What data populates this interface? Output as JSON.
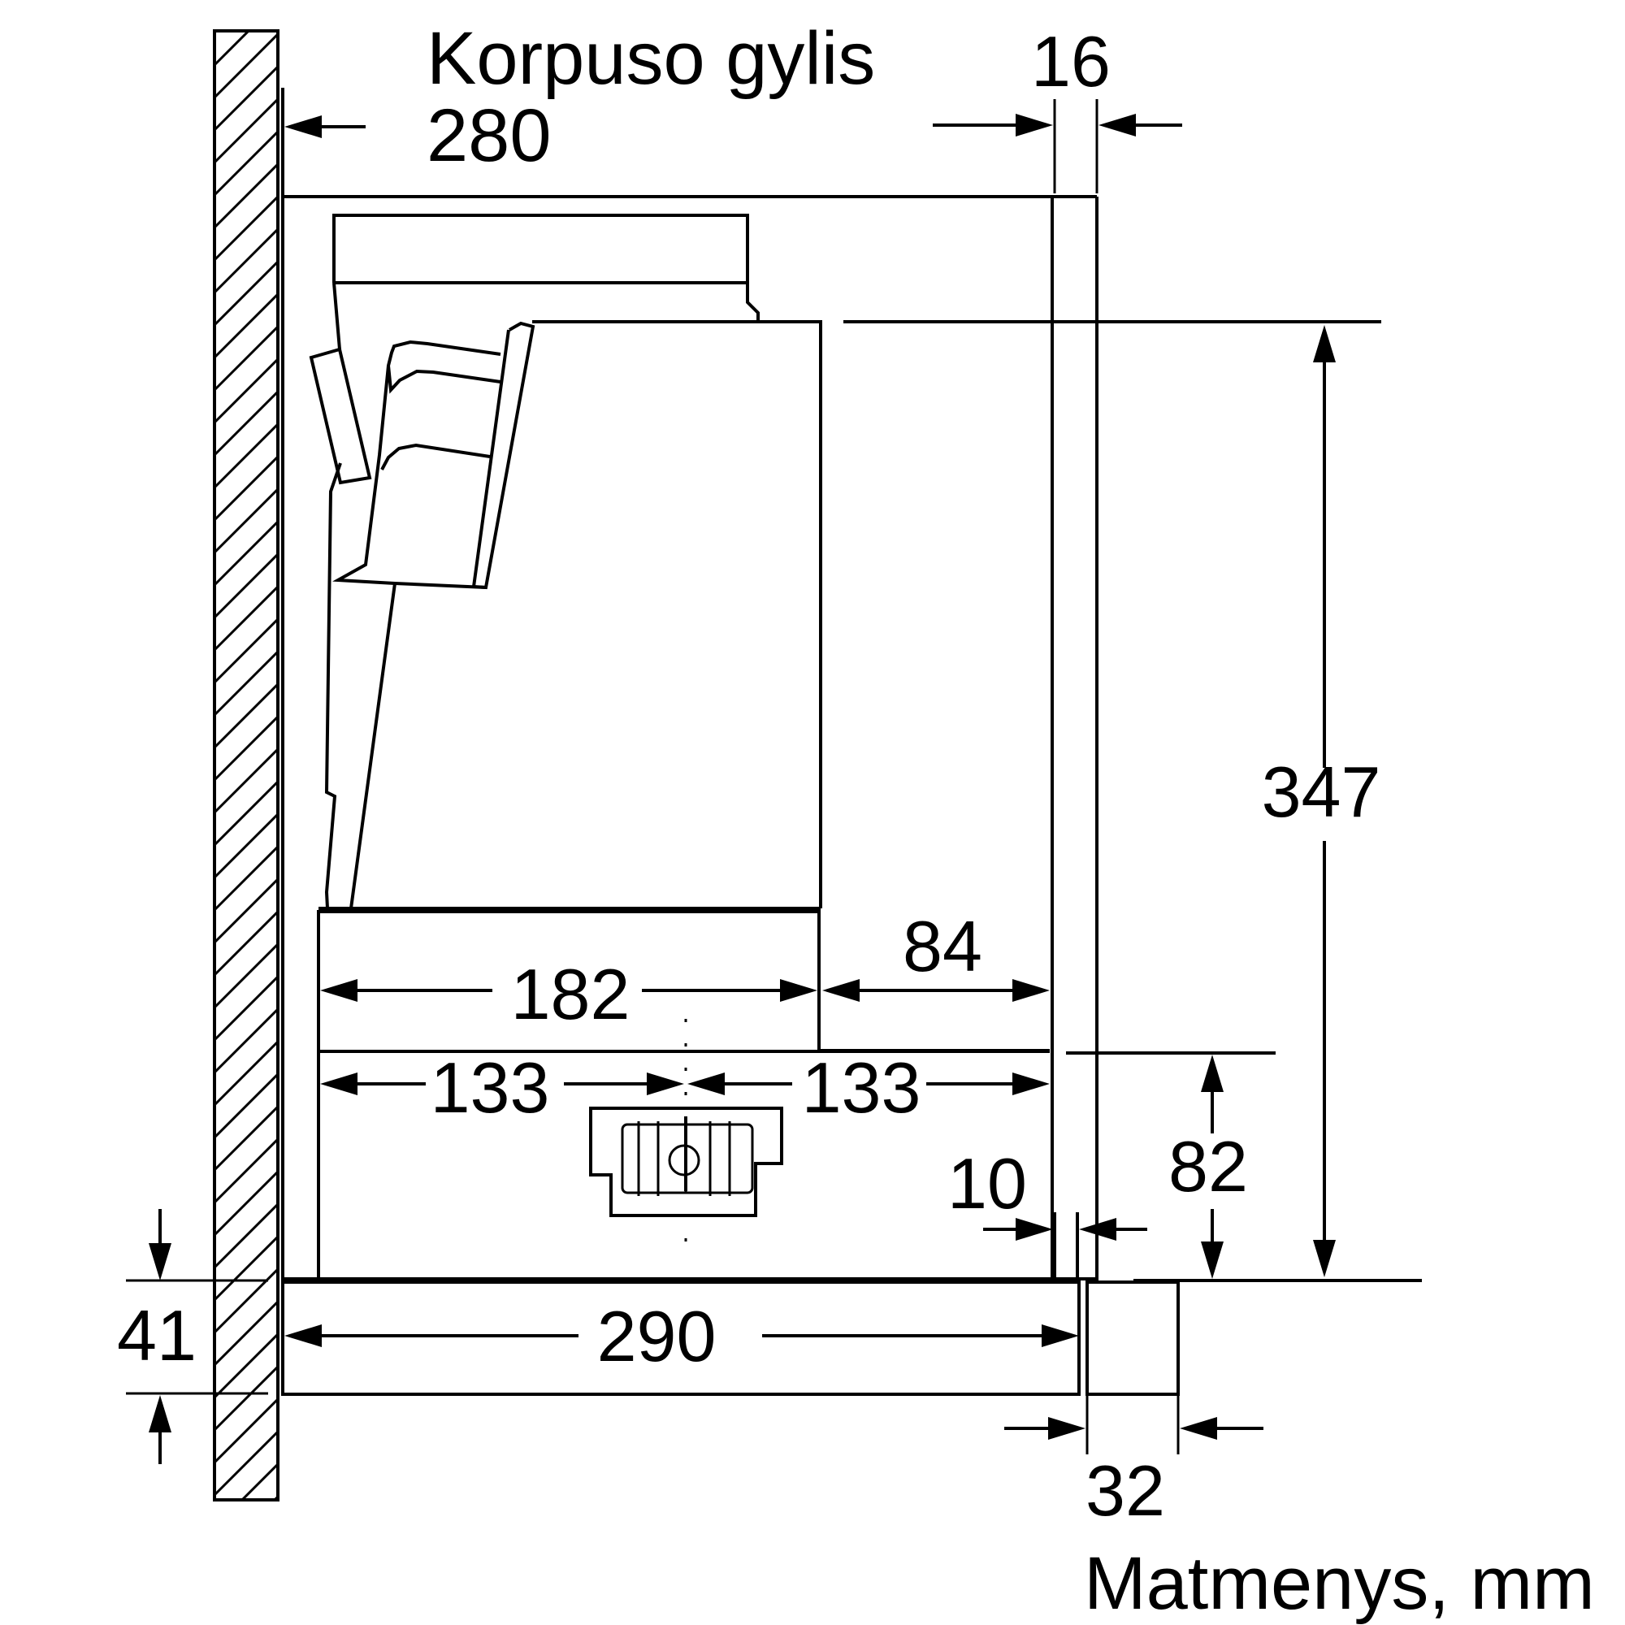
{
  "labels": {
    "cabinet_depth_title": "Korpuso gylis",
    "cabinet_depth_value": "280",
    "front_panel": "16",
    "height_total": "347",
    "width_inner": "182",
    "width_right": "84",
    "half_left": "133",
    "half_right": "133",
    "gap": "10",
    "lower_height": "82",
    "rail_height": "41",
    "rail_depth": "290",
    "grip_depth": "32",
    "units_caption": "Matmenys, mm"
  }
}
